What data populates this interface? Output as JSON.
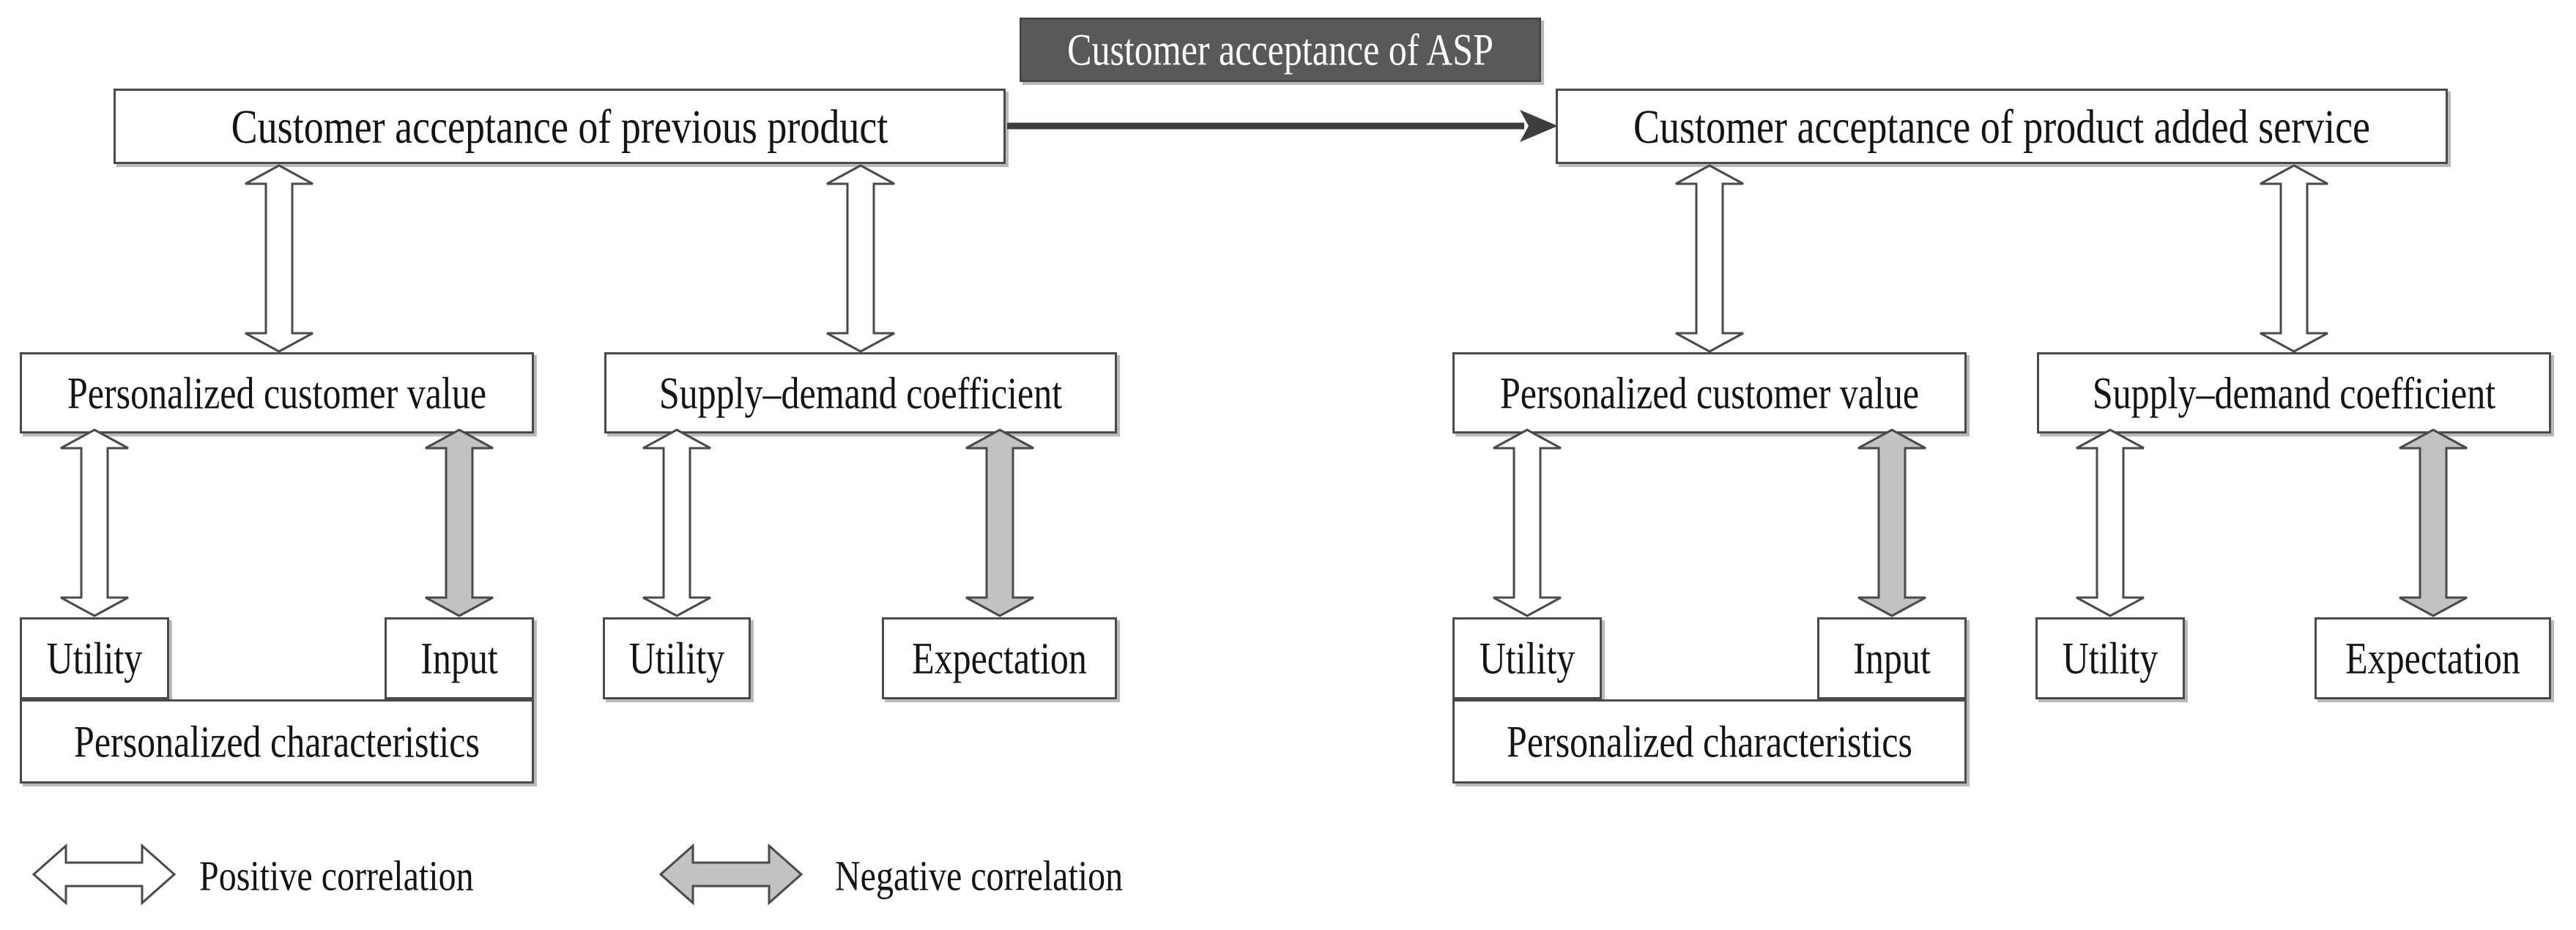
{
  "diagram": {
    "title": "Customer acceptance of ASP",
    "top": {
      "asp": "Customer acceptance of ASP",
      "previous": "Customer acceptance of previous product",
      "added": "Customer acceptance of product added service"
    },
    "left_group": {
      "customer_value": "Personalized customer value",
      "supply_demand": "Supply–demand coefficient",
      "utility_value": "Utility",
      "input": "Input",
      "utility_supply": "Utility",
      "expectation": "Expectation",
      "characteristics": "Personalized characteristics"
    },
    "right_group": {
      "customer_value": "Personalized customer value",
      "supply_demand": "Supply–demand coefficient",
      "utility_value": "Utility",
      "input": "Input",
      "utility_supply": "Utility",
      "expectation": "Expectation",
      "characteristics": "Personalized characteristics"
    },
    "legend": {
      "positive": "Positive correlation",
      "negative": "Negative correlation"
    },
    "icons": {
      "positive_arrow": "white-double-headed-arrow",
      "negative_arrow": "gray-double-headed-arrow",
      "flow_arrow": "solid-right-arrow"
    },
    "colors": {
      "asp_box_fill": "#595959",
      "asp_box_text": "#ffffff",
      "box_border": "#4a4a4a",
      "box_shadow": "#b9b9b9",
      "positive_fill": "#ffffff",
      "negative_fill": "#c2c2c2",
      "flow_arrow_color": "#3d3d3d",
      "background": "#ffffff"
    }
  }
}
